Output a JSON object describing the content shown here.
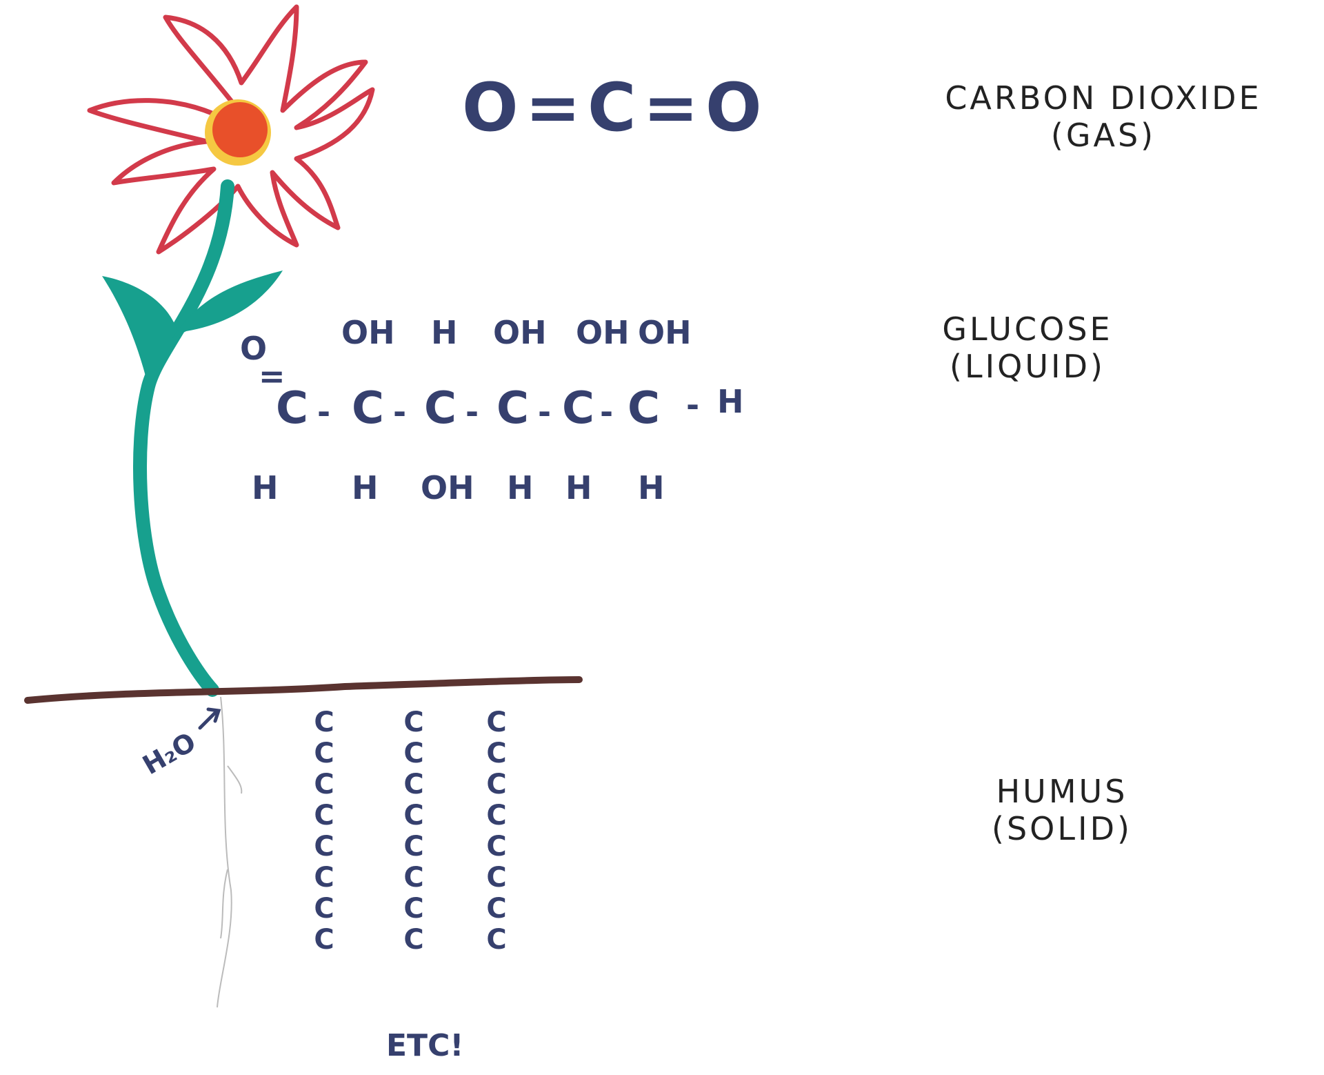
{
  "formula_co2": "O=C=O",
  "labels": {
    "co2": [
      "CARBON DIOXIDE",
      "(GAS)"
    ],
    "glucose": [
      "GLUCOSE",
      "(LIQUID)"
    ],
    "humus": [
      "HUMUS",
      "(SOLID)"
    ]
  },
  "glucose_structure": {
    "carbonyl_o": "O",
    "carbonyl_bond": "=",
    "carbon": "C",
    "bond": "-",
    "terminal_h": "H",
    "top_groups": [
      "OH",
      "H",
      "OH",
      "OH",
      "OH"
    ],
    "bottom_groups": [
      "H",
      "H",
      "OH",
      "H",
      "H",
      "H"
    ]
  },
  "water": "H₂O",
  "etc": "ETC!",
  "humus_chain_atom": "C",
  "colors": {
    "ink": "#36406e",
    "petal": "#d23a4a",
    "stem": "#17a08e",
    "soil": "#5a3330",
    "center": "#e8502a",
    "center_glow": "#f5c842"
  }
}
